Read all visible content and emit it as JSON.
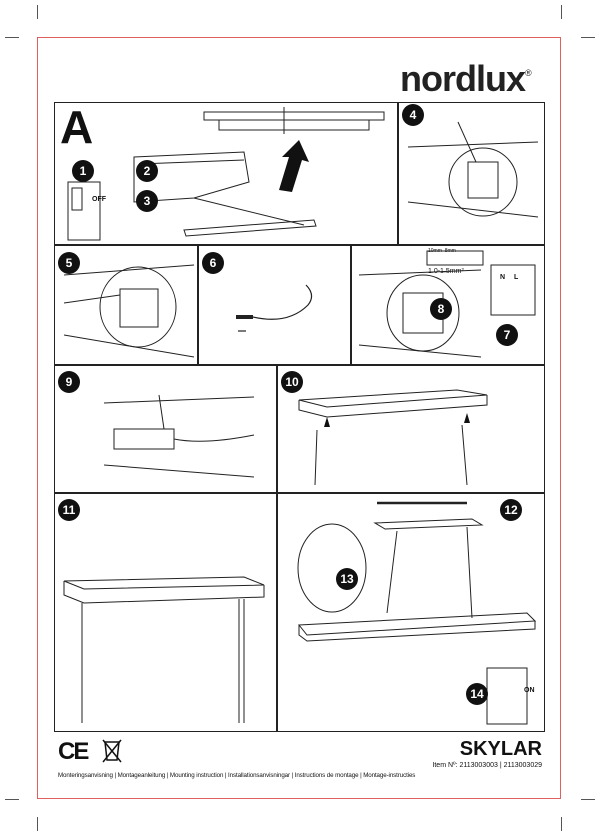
{
  "brand": {
    "logo_text": "nordlux",
    "registered": "®"
  },
  "section_letter": "A",
  "steps": {
    "s1": "1",
    "s2": "2",
    "s3": "3",
    "s4": "4",
    "s5": "5",
    "s6": "6",
    "s7": "7",
    "s8": "8",
    "s9": "9",
    "s10": "10",
    "s11": "11",
    "s12": "12",
    "s13": "13",
    "s14": "14"
  },
  "switch": {
    "off": "OFF",
    "on": "ON"
  },
  "wire": {
    "strip": "10mm",
    "strip2": "8mm",
    "section": "1.0-1.5mm²",
    "n": "N",
    "l": "L"
  },
  "product": {
    "name": "SKYLAR",
    "item_no": "Item Nº: 2113003003 | 2113003029"
  },
  "footer": {
    "instructions": "Monteringsanvisning | Montageanleitung | Mounting instruction | Installationsanvisningar | Instructions de montage | Montage-instructies"
  },
  "marks": {
    "ce": "CE"
  }
}
